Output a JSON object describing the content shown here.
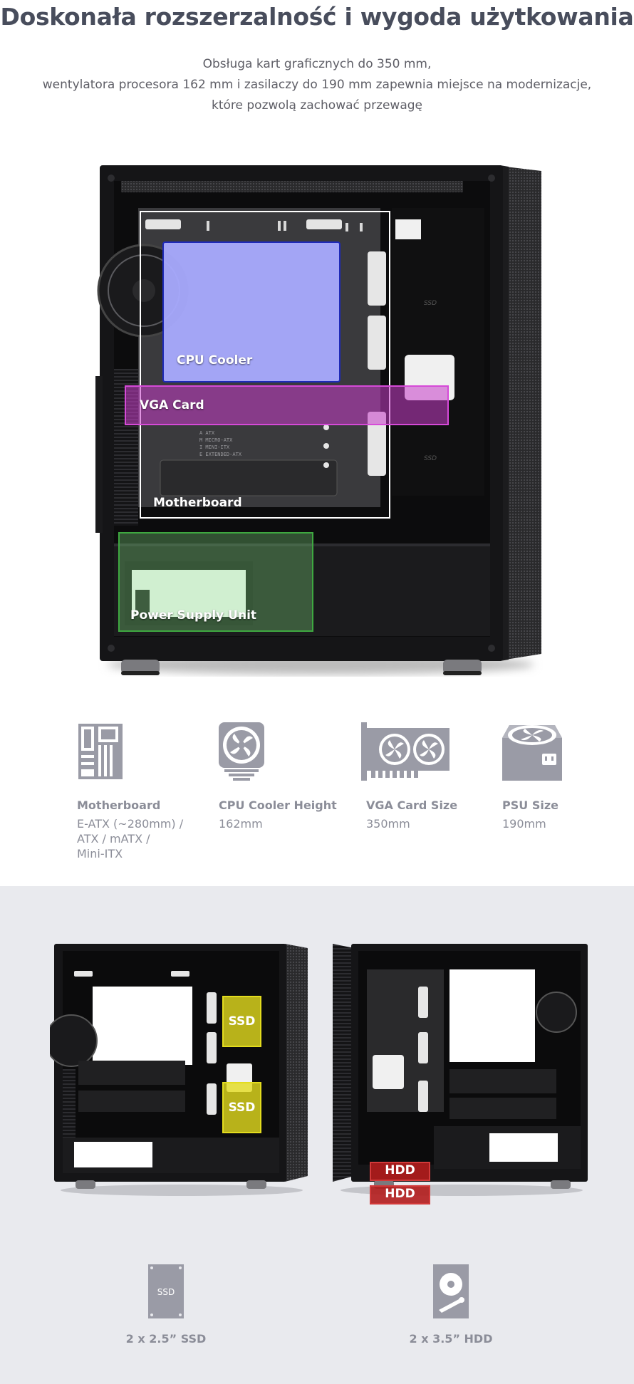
{
  "header": {
    "title": "Doskonała rozszerzalność i wygoda użytkowania",
    "subtitle_lines": [
      "Obsługa kart graficznych do 350 mm,",
      "wentylatora procesora 162 mm i zasilaczy do 190 mm zapewnia miejsce na modernizacje,",
      "które pozwolą zachować przewagę"
    ]
  },
  "case_zones": {
    "cpu_cooler": "CPU Cooler",
    "vga_card": "VGA Card",
    "motherboard": "Motherboard",
    "psu": "Power Supply Unit"
  },
  "case_engravings": {
    "ssd": "SSD",
    "atx_lines": [
      "A  ATX",
      "M  MICRO-ATX",
      "I  MINI-ITX",
      "E  EXTENDED-ATX"
    ]
  },
  "specs": [
    {
      "icon": "motherboard-icon",
      "title": "Motherboard",
      "value_lines": [
        "E-ATX (~280mm) /",
        "ATX / mATX /",
        "Mini-ITX"
      ]
    },
    {
      "icon": "cpu-cooler-icon",
      "title": "CPU Cooler Height",
      "value_lines": [
        "162mm"
      ]
    },
    {
      "icon": "vga-card-icon",
      "title": "VGA Card Size",
      "value_lines": [
        "350mm"
      ]
    },
    {
      "icon": "psu-icon",
      "title": "PSU Size",
      "value_lines": [
        "190mm"
      ]
    }
  ],
  "drives": {
    "ssd_bay_label": "SSD",
    "hdd_bay_label": "HDD",
    "ssd_icon_text": "SSD",
    "ssd_caption": "2 x 2.5” SSD",
    "hdd_caption": "2 x 3.5” HDD"
  },
  "colors": {
    "cpu_zone": "#a9abff",
    "vga_zone": "#c63cc8",
    "mb_zone_border": "#ffffff",
    "psu_zone": "#3ea840",
    "ssd_bay": "#e3dc1e",
    "hdd_bay": "#b21c1c",
    "icon_grey": "#9a9ba6"
  }
}
